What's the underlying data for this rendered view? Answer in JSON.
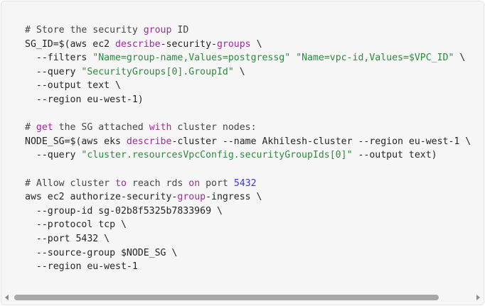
{
  "code_block": {
    "lines": [
      [
        {
          "t": "# Store the security ",
          "c": "comment"
        },
        {
          "t": "group",
          "c": "keyword"
        },
        {
          "t": " ID",
          "c": "comment"
        }
      ],
      [
        {
          "t": "SG_ID=$(aws ec2 ",
          "c": "plain"
        },
        {
          "t": "describe",
          "c": "keyword"
        },
        {
          "t": "-security-",
          "c": "plain"
        },
        {
          "t": "groups",
          "c": "keyword"
        },
        {
          "t": " \\",
          "c": "plain"
        }
      ],
      [
        {
          "t": "  --filters ",
          "c": "plain"
        },
        {
          "t": "\"Name=group-name,Values=postgressg\"",
          "c": "string"
        },
        {
          "t": " ",
          "c": "plain"
        },
        {
          "t": "\"Name=vpc-id,Values=$VPC_ID\"",
          "c": "string"
        },
        {
          "t": " \\",
          "c": "plain"
        }
      ],
      [
        {
          "t": "  --query ",
          "c": "plain"
        },
        {
          "t": "\"SecurityGroups[0].GroupId\"",
          "c": "string"
        },
        {
          "t": " \\",
          "c": "plain"
        }
      ],
      [
        {
          "t": "  --output text \\",
          "c": "plain"
        }
      ],
      [
        {
          "t": "  --region eu-west-1)",
          "c": "plain"
        }
      ],
      [],
      [
        {
          "t": "# ",
          "c": "comment"
        },
        {
          "t": "get",
          "c": "keyword"
        },
        {
          "t": " the SG attached ",
          "c": "comment"
        },
        {
          "t": "with",
          "c": "keyword"
        },
        {
          "t": " cluster nodes:",
          "c": "comment"
        }
      ],
      [
        {
          "t": "NODE_SG=$(aws eks ",
          "c": "plain"
        },
        {
          "t": "describe",
          "c": "keyword"
        },
        {
          "t": "-cluster --name Akhilesh-cluster --region eu-west-1 \\",
          "c": "plain"
        }
      ],
      [
        {
          "t": "  --query ",
          "c": "plain"
        },
        {
          "t": "\"cluster.resourcesVpcConfig.securityGroupIds[0]\"",
          "c": "string"
        },
        {
          "t": " --output text)",
          "c": "plain"
        }
      ],
      [],
      [
        {
          "t": "# Allow cluster ",
          "c": "comment"
        },
        {
          "t": "to",
          "c": "keyword"
        },
        {
          "t": " reach rds ",
          "c": "comment"
        },
        {
          "t": "on",
          "c": "keyword"
        },
        {
          "t": " port ",
          "c": "comment"
        },
        {
          "t": "5432",
          "c": "number"
        }
      ],
      [
        {
          "t": "aws ec2 authorize-security-",
          "c": "plain"
        },
        {
          "t": "group",
          "c": "keyword"
        },
        {
          "t": "-ingress \\",
          "c": "plain"
        }
      ],
      [
        {
          "t": "  --group-id sg-02b8f5325b7833969 \\",
          "c": "plain"
        }
      ],
      [
        {
          "t": "  --protocol tcp \\",
          "c": "plain"
        }
      ],
      [
        {
          "t": "  --port 5432 \\",
          "c": "plain"
        }
      ],
      [
        {
          "t": "  --source-group $NODE_SG \\",
          "c": "plain"
        }
      ],
      [
        {
          "t": "  --region eu-west-1",
          "c": "plain"
        }
      ]
    ]
  },
  "scrollbar": {
    "horizontal_position": 0,
    "visible_fraction": 0.93
  },
  "icons": {
    "scroll_left": "left-arrow-icon",
    "scroll_right": "right-arrow-icon"
  },
  "colors": {
    "background": "#f6f6f6",
    "comment": "#454545",
    "keyword": "#a626a4",
    "string": "#2c8a3d",
    "number": "#3b3bc4",
    "plain": "#242424"
  }
}
